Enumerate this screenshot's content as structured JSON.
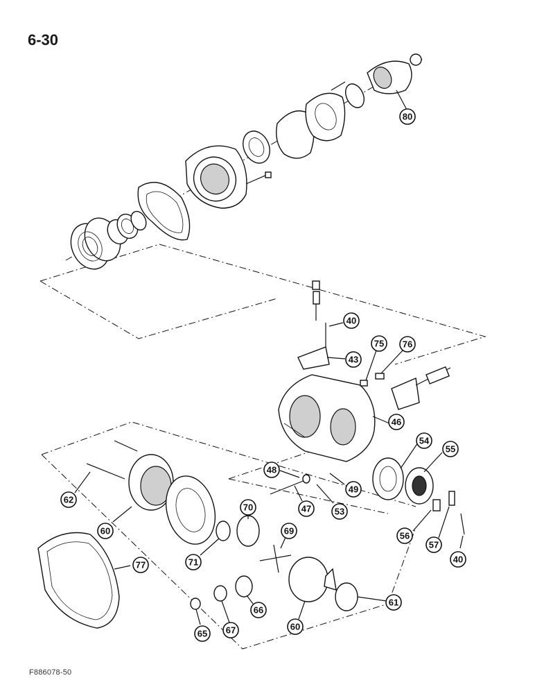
{
  "page": {
    "number": "6-30",
    "figure_code": "F886078-50"
  },
  "callouts": [
    {
      "id": "c80",
      "label": "80"
    },
    {
      "id": "c40a",
      "label": "40"
    },
    {
      "id": "c43",
      "label": "43"
    },
    {
      "id": "c75",
      "label": "75"
    },
    {
      "id": "c76",
      "label": "76"
    },
    {
      "id": "c46",
      "label": "46"
    },
    {
      "id": "c54",
      "label": "54"
    },
    {
      "id": "c55",
      "label": "55"
    },
    {
      "id": "c48",
      "label": "48"
    },
    {
      "id": "c49",
      "label": "49"
    },
    {
      "id": "c47",
      "label": "47"
    },
    {
      "id": "c53",
      "label": "53"
    },
    {
      "id": "c62",
      "label": "62"
    },
    {
      "id": "c60a",
      "label": "60"
    },
    {
      "id": "c70",
      "label": "70"
    },
    {
      "id": "c69",
      "label": "69"
    },
    {
      "id": "c77",
      "label": "77"
    },
    {
      "id": "c71",
      "label": "71"
    },
    {
      "id": "c56",
      "label": "56"
    },
    {
      "id": "c57",
      "label": "57"
    },
    {
      "id": "c40b",
      "label": "40"
    },
    {
      "id": "c66",
      "label": "66"
    },
    {
      "id": "c61",
      "label": "61"
    },
    {
      "id": "c67",
      "label": "67"
    },
    {
      "id": "c60b",
      "label": "60"
    },
    {
      "id": "c65",
      "label": "65"
    }
  ]
}
